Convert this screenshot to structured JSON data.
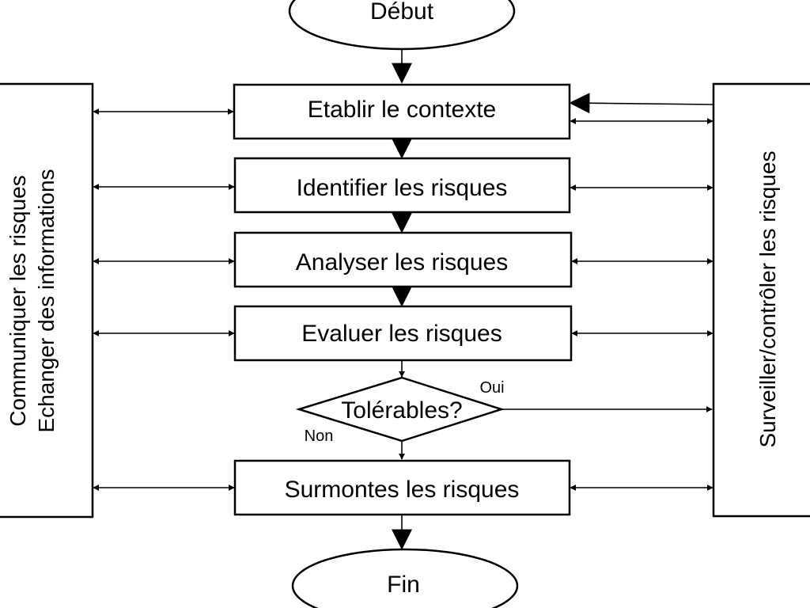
{
  "start_label": "Début",
  "end_label": "Fin",
  "steps": {
    "context": "Etablir le contexte",
    "identify": "Identifier les risques",
    "analyse": "Analyser les risques",
    "evaluate": "Evaluer les risques",
    "treat": "Surmontes les risques"
  },
  "decision": {
    "question": "Tolérables?",
    "yes_label": "Oui",
    "no_label": "Non"
  },
  "left_panel": {
    "line1": "Communiquer les risques",
    "line2": "Echanger des informations"
  },
  "right_panel": {
    "line1": "Surveiller/contrôler les risques"
  }
}
